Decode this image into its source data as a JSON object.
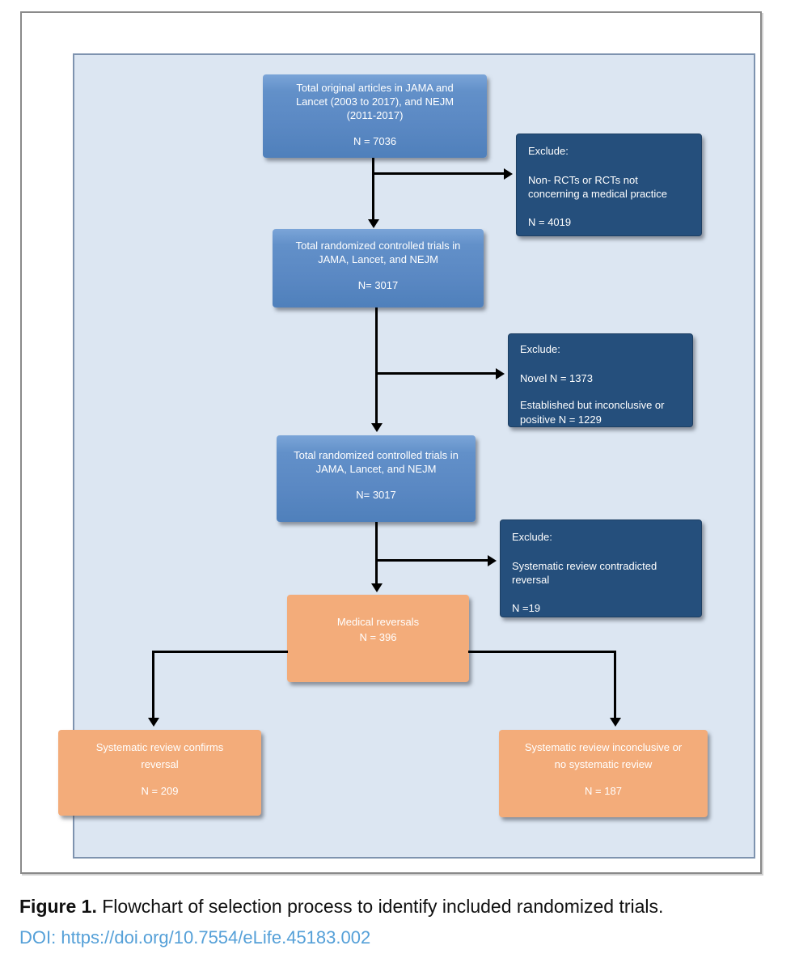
{
  "figure": {
    "caption_label": "Figure 1.",
    "caption_text": " Flowchart of selection process to identify included randomized trials.",
    "doi_text": "DOI: https://doi.org/10.7554/eLife.45183.002"
  },
  "colors": {
    "panel_background": "#dce6f2",
    "panel_border": "#7e93af",
    "blue_box": "#5a88c3",
    "navy_box": "#254f7c",
    "orange_box": "#f3ac7a",
    "arrow": "#000000",
    "doi_link": "#55a0d8",
    "box_text": "#ffffff"
  },
  "flowchart": {
    "nodes": {
      "total_articles": {
        "lines": [
          "Total original articles in JAMA and",
          "Lancet (2003 to 2017), and NEJM",
          "(2011-2017)"
        ],
        "n": "N = 7036"
      },
      "exclude_non_rcts": {
        "heading": "Exclude:",
        "lines": [
          "Non- RCTs or RCTs not",
          "concerning a medical practice"
        ],
        "n": "N = 4019"
      },
      "total_rcts_first": {
        "lines": [
          "Total randomized controlled trials in",
          "JAMA, Lancet, and NEJM"
        ],
        "n": "N= 3017"
      },
      "exclude_novel_established": {
        "heading": "Exclude:",
        "line_novel": "Novel N = 1373",
        "lines_established": [
          "Established but inconclusive or",
          "positive N = 1229"
        ]
      },
      "total_rcts_second": {
        "lines": [
          "Total randomized controlled trials in",
          "JAMA, Lancet, and NEJM"
        ],
        "n": "N= 3017"
      },
      "exclude_contradicted": {
        "heading": "Exclude:",
        "lines": [
          "Systematic review contradicted",
          "reversal"
        ],
        "n": "N =19"
      },
      "medical_reversals": {
        "title": "Medical reversals",
        "n": "N = 396"
      },
      "review_confirms": {
        "lines": [
          "Systematic review confirms",
          "reversal"
        ],
        "n": "N = 209"
      },
      "review_inconclusive": {
        "lines": [
          "Systematic review inconclusive or",
          "no systematic review"
        ],
        "n": "N = 187"
      }
    }
  }
}
